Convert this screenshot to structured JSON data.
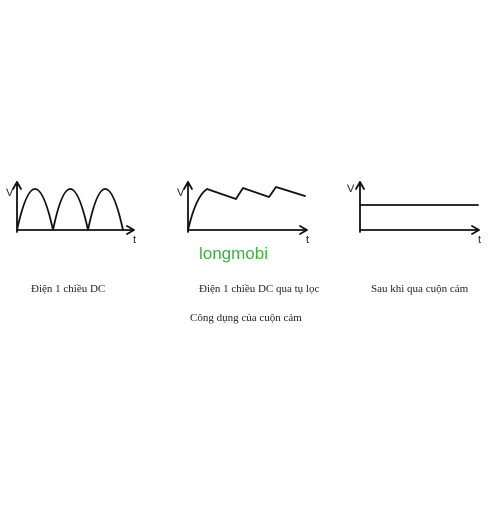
{
  "axis_labels": {
    "v": "V",
    "t": "t"
  },
  "panels": [
    {
      "caption": "Điện 1 chiều DC"
    },
    {
      "caption": "Điện 1 chiều DC qua tụ lọc"
    },
    {
      "caption": "Sau khi qua cuộn cảm"
    }
  ],
  "main_caption": "Công dụng của cuộn cảm",
  "watermark": "longmobi",
  "colors": {
    "line": "#111111",
    "watermark": "#3cb33c"
  }
}
